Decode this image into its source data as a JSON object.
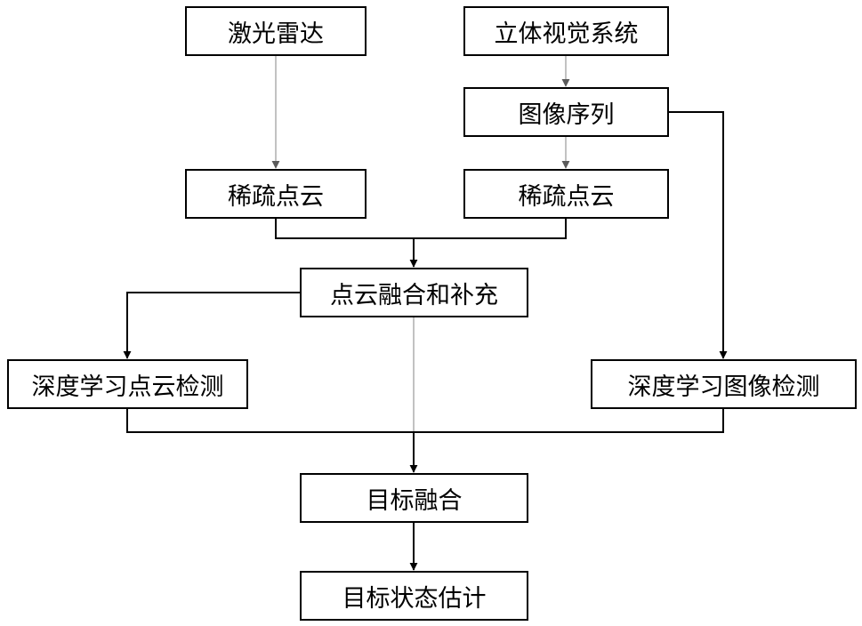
{
  "nodes": {
    "lidar": "激光雷达",
    "stereo": "立体视觉系统",
    "image_sequence": "图像序列",
    "sparse_cloud_left": "稀疏点云",
    "sparse_cloud_right": "稀疏点云",
    "fusion": "点云融合和补充",
    "dl_pointcloud": "深度学习点云检测",
    "dl_image": "深度学习图像检测",
    "target_fusion": "目标融合",
    "state_estimation": "目标状态估计"
  },
  "edges": [
    {
      "from": "lidar",
      "to": "sparse_cloud_left"
    },
    {
      "from": "stereo",
      "to": "image_sequence"
    },
    {
      "from": "image_sequence",
      "to": "sparse_cloud_right"
    },
    {
      "from": "image_sequence",
      "to": "dl_image"
    },
    {
      "from": "sparse_cloud_left",
      "to": "fusion"
    },
    {
      "from": "sparse_cloud_right",
      "to": "fusion"
    },
    {
      "from": "fusion",
      "to": "dl_pointcloud"
    },
    {
      "from": "fusion",
      "to": "target_fusion"
    },
    {
      "from": "dl_pointcloud",
      "to": "target_fusion"
    },
    {
      "from": "dl_image",
      "to": "target_fusion"
    },
    {
      "from": "target_fusion",
      "to": "state_estimation"
    }
  ],
  "colors": {
    "box_border": "#000000",
    "line": "#000000",
    "thin_line": "#9a9a9a",
    "background": "#ffffff"
  }
}
